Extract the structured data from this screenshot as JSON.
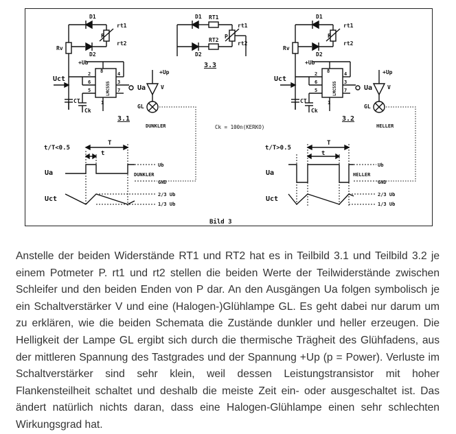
{
  "figure": {
    "caption": "Bild 3",
    "panel_31": {
      "label": "3.1",
      "d1": "D1",
      "d2": "D2",
      "rt1": "rt1",
      "rt2": "rt2",
      "p": "P",
      "rv": "Rv",
      "ub_supply": "+Ub",
      "uct": "Uct",
      "ic": "LMC555",
      "ct": "CT",
      "ck": "Ck",
      "ua": "Ua",
      "up": "+Up",
      "v": "V",
      "gl": "GL",
      "state": "DUNKLER",
      "pin8": "8",
      "pin4": "4",
      "pin2": "2",
      "pin6": "6",
      "pin3": "3",
      "pin5": "5",
      "pin7": "7",
      "pin1": "1"
    },
    "panel_32": {
      "label": "3.2",
      "d1": "D1",
      "d2": "D2",
      "rt1": "rt1",
      "rt2": "rt2",
      "p": "P",
      "rv": "Rv",
      "ub_supply": "+Ub",
      "uct": "Uct",
      "ic": "LMC555",
      "ct": "CT",
      "ck": "Ck",
      "ua": "Ua",
      "up": "+Up",
      "v": "V",
      "gl": "GL",
      "state": "HELLER",
      "pin8": "8",
      "pin4": "4",
      "pin2": "2",
      "pin6": "6",
      "pin3": "3",
      "pin5": "5",
      "pin7": "7",
      "pin1": "1"
    },
    "panel_33": {
      "label": "3.3",
      "d1": "D1",
      "d2": "D2",
      "rt1": "RT1",
      "rt2": "RT2",
      "p": "P",
      "prt1": "rt1",
      "prt2": "rt2"
    },
    "ck_note": "Ck = 100n(KERKO)",
    "timing_left": {
      "condition": "t/T<0.5",
      "T": "T",
      "t": "t",
      "ua": "Ua",
      "uct": "Uct",
      "state": "DUNKLER",
      "ub": "Ub",
      "gnd": "GND",
      "two_thirds": "2/3 Ub",
      "one_third": "1/3 Ub"
    },
    "timing_right": {
      "condition": "t/T>0.5",
      "T": "T",
      "t": "t",
      "ua": "Ua",
      "uct": "Uct",
      "state": "HELLER",
      "ub": "Ub",
      "gnd": "GND",
      "two_thirds": "2/3 Ub",
      "one_third": "1/3 Ub"
    }
  },
  "body_text": "Anstelle der beiden Widerstände RT1 und RT2 hat es in Teilbild 3.1 und Teilbild 3.2 je einem Potmeter P. rt1 und rt2 stellen die beiden Werte der Teilwiderstände zwischen Schleifer und den beiden Enden von P dar. An den Ausgängen Ua folgen symbolisch je ein Schaltverstärker V und eine (Halogen-)Glühlampe GL. Es geht dabei nur darum um zu erklären, wie die beiden Schemata die Zustände dunkler und heller erzeugen. Die Helligkeit der Lampe GL ergibt sich durch die thermische Trägheit des Glühfadens, aus der mittleren Spannung des Tastgrades und der Spannung +Up (p = Power). Verluste im Schaltverstärker sind sehr klein, weil dessen Leistungstransistor mit hoher Flankensteilheit schaltet und deshalb die meiste Zeit ein- oder ausgeschaltet ist. Das ändert natürlich nichts daran, dass eine Halogen-Glühlampe einen sehr schlechten Wirkungsgrad hat."
}
